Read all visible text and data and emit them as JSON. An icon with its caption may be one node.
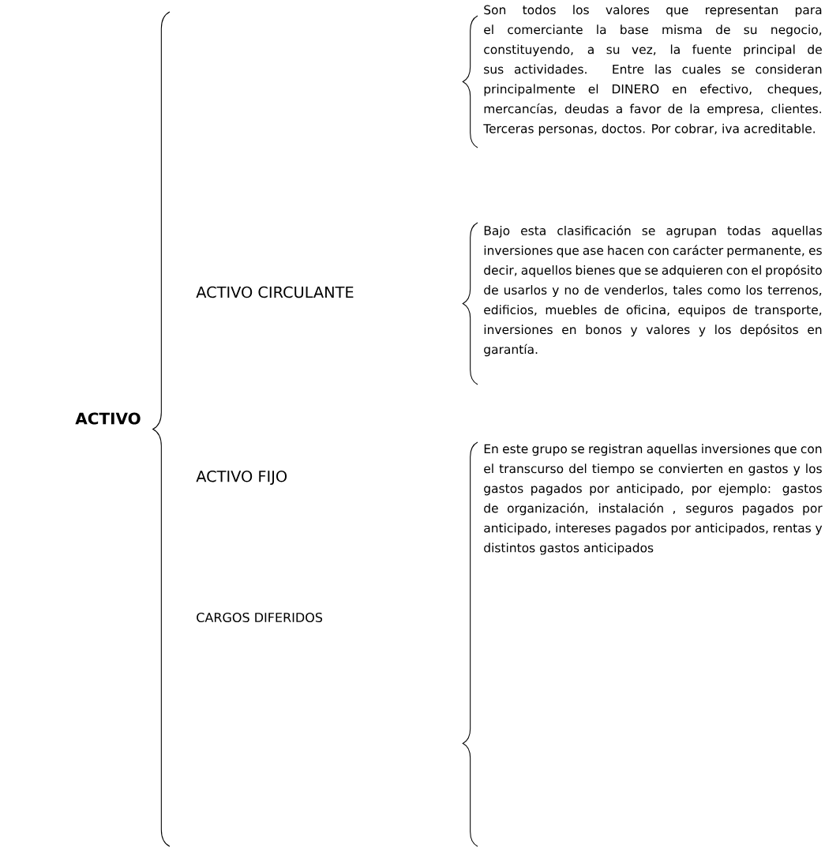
{
  "diagram": {
    "labels": [
      "ACTIVO",
      "ACTIVO CIRCULANTE",
      "Son todos los valores que  representan para el comerciante la base misma de su negocio, constituyendo, a su vez, la fuente principal de sus actividades. Entre las cuales se consideran principalmente el DINERO en efectivo, cheques, mercancías, deudas a favor de la empresa, clientes. Terceras personas, doctos. Por cobrar, iva acreditable.",
      "ACTIVO FIJO",
      "Bajo esta clasificación se agrupan todas aquellas inversiones que ase hacen con carácter permanente, es decir, aquellos bienes que se adquieren con el propósito de usarlos y no de venderlos, tales como los terrenos, edificios, muebles de oficina, equipos de transporte, inversiones en bonos y valores y los depósitos en garantía.",
      "CARGOS DIFERIDOS",
      "En este grupo se registran aquellas inversiones que con el transcurso del tiempo se convierten en gastos y los gastos pagados por anticipado, por ejemplo: gastos de organización, instalación , seguros pagados por anticipado, intereses pagados por anticipados, rentas y distintos gastos anticipados"
    ]
  }
}
